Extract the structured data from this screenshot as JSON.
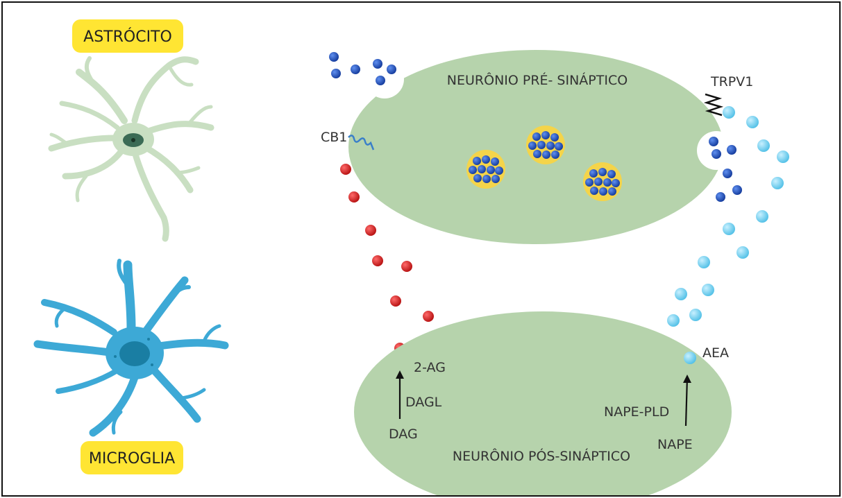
{
  "labels": {
    "astrocito": "ASTRÓCITO",
    "microglia": "MICROGLIA",
    "pre_neuron": "NEURÔNIO PRÉ- SINÁPTICO",
    "post_neuron": "NEURÔNIO PÓS-SINÁPTICO",
    "cb1": "CB1",
    "trpv1": "TRPV1",
    "two_ag": "2-AG",
    "dagl": "DAGL",
    "dag": "DAG",
    "aea": "AEA",
    "nape_pld": "NAPE-PLD",
    "nape": "NAPE"
  },
  "colors": {
    "neuron_fill": "#b6d3ac",
    "astrocyte": "#c9dfc2",
    "astrocyte_nucleus": "#3b6b55",
    "microglia": "#3da9d6",
    "microglia_nucleus": "#1a7ea3",
    "badge": "#ffe533",
    "vesicle_halo": "#f4d44a",
    "vesicle_dot": "#1f4fb8",
    "red_dot": "#d91e1e",
    "cyan_dot": "#7dd3ef",
    "cb1_receptor": "#3a7fc9",
    "trpv1_receptor": "#111111"
  },
  "icons": [
    "astrocyte-icon",
    "microglia-icon",
    "cb1-receptor-icon",
    "trpv1-receptor-icon",
    "synaptic-vesicle-icon"
  ]
}
